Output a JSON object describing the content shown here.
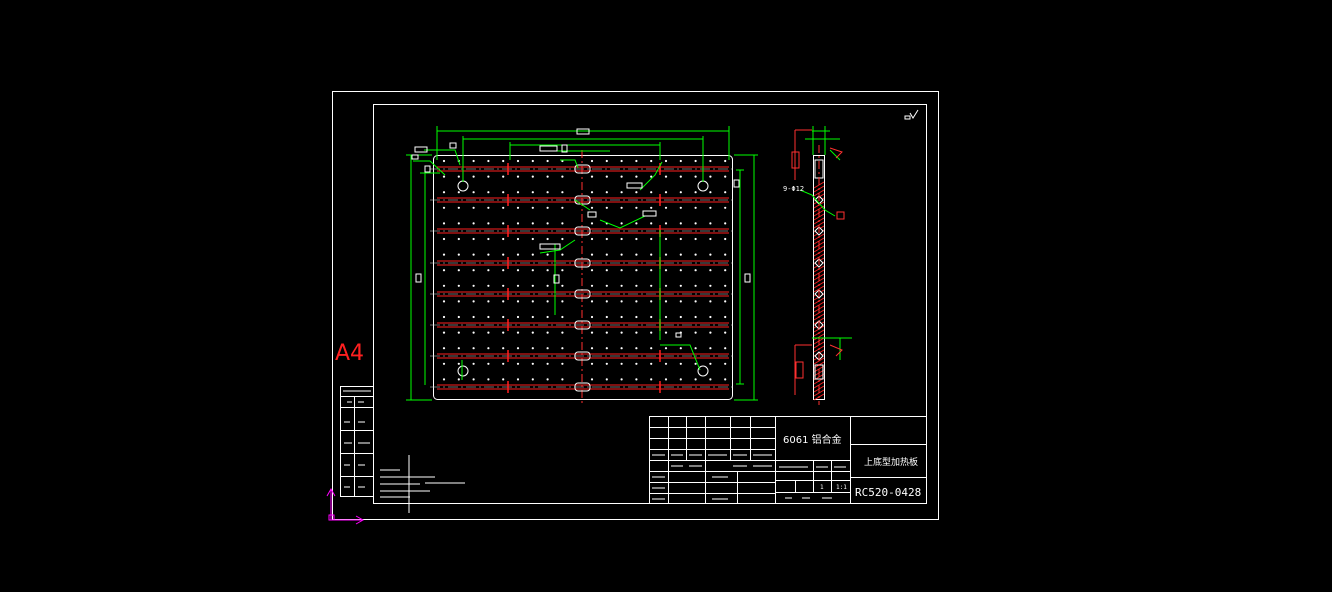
{
  "sheet": {
    "size_label": "A4",
    "dim_9_phi12": "9-Φ12",
    "title_block": {
      "material": "6061 铝合金",
      "part_name": "上底型加热板",
      "drawing_no": "RC520-0428",
      "scale_value": "1:1",
      "qty_value": "1"
    }
  },
  "colors": {
    "background": "#000000",
    "frame": "#ffffff",
    "dimension": "#00ff00",
    "centerline": "#ff3030",
    "hatch": "#ff2020",
    "size_label": "#ff2020",
    "ucs": "#ff00ff"
  }
}
